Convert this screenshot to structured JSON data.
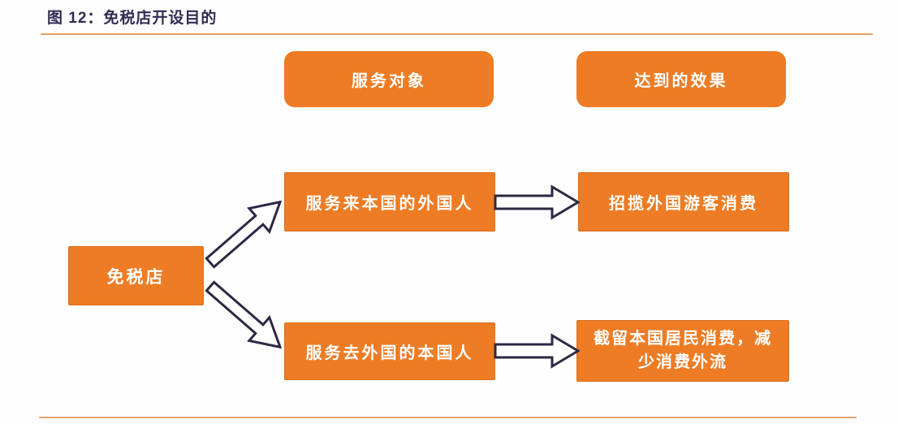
{
  "figure": {
    "title": "图 12：免税店开设目的"
  },
  "diagram": {
    "root_label": "免税店",
    "headers": [
      {
        "label": "服务对象"
      },
      {
        "label": "达到的效果"
      }
    ],
    "rows": [
      {
        "service": "服务来本国的外国人",
        "effect": "招揽外国游客消费"
      },
      {
        "service": "服务去外国的本国人",
        "effect": "截留本国居民消费，减少消费外流"
      }
    ]
  },
  "colors": {
    "box_orange": "#ED7C24",
    "box_border_orange": "#D96F1C",
    "rule_orange_top": "#E9A25E",
    "rule_orange_bottom": "#E5A571",
    "arrow_outline": "#2B2843",
    "arrow_fill": "#FFFFFF",
    "title_text": "#332C52",
    "box_text": "#FFFFFF",
    "background": "#FDFDFE"
  }
}
